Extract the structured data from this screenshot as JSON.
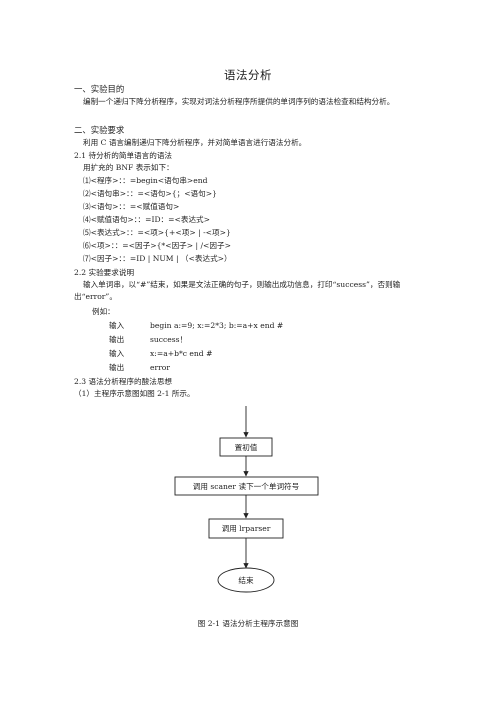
{
  "title": "语法分析",
  "section1": {
    "heading": "一、实验目的",
    "body": "编制一个递归下降分析程序，实现对词法分析程序所提供的单词序列的语法检查和结构分析。"
  },
  "section2": {
    "heading": "二、实验要求",
    "intro": "利用 C 语言编制递归下降分析程序，并对简单语言进行语法分析。",
    "sub21": {
      "heading": "2.1  待分析的简单语言的语法",
      "lead": "用扩充的 BNF 表示如下：",
      "rules": [
        "⑴<程序>：：=begin<语句串>end",
        "⑵<语句串>：：=<语句>{；<语句>}",
        "⑶<语句>：：=<赋值语句>",
        "⑷<赋值语句>：：=ID：=<表达式>",
        "⑸<表达式>：：=<项>{+<项> | -<项>}",
        "⑹<项>：：=<因子>{*<因子> | /<因子>",
        "⑺<因子>：：=ID | NUM | （<表达式>）"
      ]
    },
    "sub22": {
      "heading": "2.2  实验要求说明",
      "body": "输入单词串，以“#”结束，如果是文法正确的句子，则输出成功信息，打印“success”，否则输出“error”。",
      "example_label": "例如：",
      "examples": [
        {
          "kind": "输入",
          "value": "begin a:=9; x:=2*3; b:=a+x end #"
        },
        {
          "kind": "输出",
          "value": "success！"
        },
        {
          "kind": "输入",
          "value": "x:=a+b*c end #"
        },
        {
          "kind": "输出",
          "value": "error"
        }
      ]
    },
    "sub23": {
      "heading": "2.3  语法分析程序的酸法思想",
      "body": "（1）主程序示意图如图 2-1 所示。"
    }
  },
  "flowchart": {
    "nodes": [
      "置初值",
      "调用 scaner 读下一个单词符号",
      "调用 lrparser",
      "结束"
    ],
    "caption": "图 2-1  语法分析主程序示意图"
  }
}
